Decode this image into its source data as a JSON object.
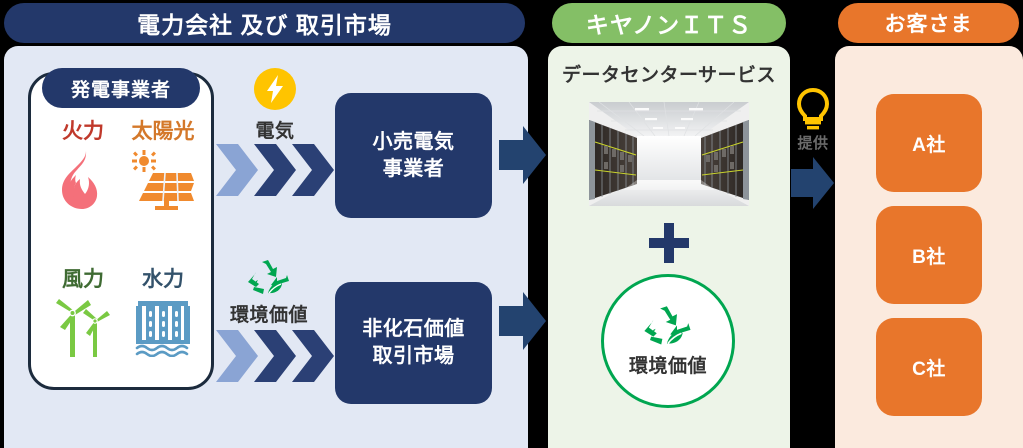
{
  "headers": {
    "power": "電力会社 及び 取引市場",
    "canon": "キヤノンＩＴＳ",
    "customer": "お客さま"
  },
  "power_panel": {
    "generator_badge": "発電事業者",
    "energy_sources": [
      {
        "label": "火力",
        "icon": "flame-icon",
        "color": "#c0392b"
      },
      {
        "label": "太陽光",
        "icon": "solar-panel-icon",
        "color": "#d4782a"
      },
      {
        "label": "風力",
        "icon": "wind-turbine-icon",
        "color": "#3f6b33"
      },
      {
        "label": "水力",
        "icon": "hydro-dam-icon",
        "color": "#33526b"
      }
    ],
    "flows": [
      {
        "label": "電気",
        "icon": "lightning-bolt-icon"
      },
      {
        "label": "環境価値",
        "icon": "recycle-leaf-icon"
      }
    ],
    "market_boxes": [
      {
        "line1": "小売電気",
        "line2": "事業者"
      },
      {
        "line1": "非化石価値",
        "line2": "取引市場"
      }
    ]
  },
  "canon_panel": {
    "datacenter_title": "データセンターサービス",
    "datacenter_image": "data-center-photo",
    "plus_icon": "plus-icon",
    "env_value": {
      "icon": "recycle-leaf-icon",
      "label": "環境価値"
    }
  },
  "provide": {
    "icon": "lightbulb-icon",
    "label": "提供",
    "arrow": "right-arrow-icon"
  },
  "customers": [
    {
      "label": "A社"
    },
    {
      "label": "B社"
    },
    {
      "label": "C社"
    }
  ],
  "colors": {
    "navy": "#23386a",
    "green": "#84bf66",
    "orange": "#e8762b",
    "panel_blue": "#e2e8f4",
    "panel_green": "#edf4e8",
    "panel_orange": "#fbeade",
    "bolt_yellow": "#ffc400",
    "recycle_green": "#00a650",
    "chevron_light": "#8aa4d4",
    "chevron_dark": "#2b4075"
  }
}
